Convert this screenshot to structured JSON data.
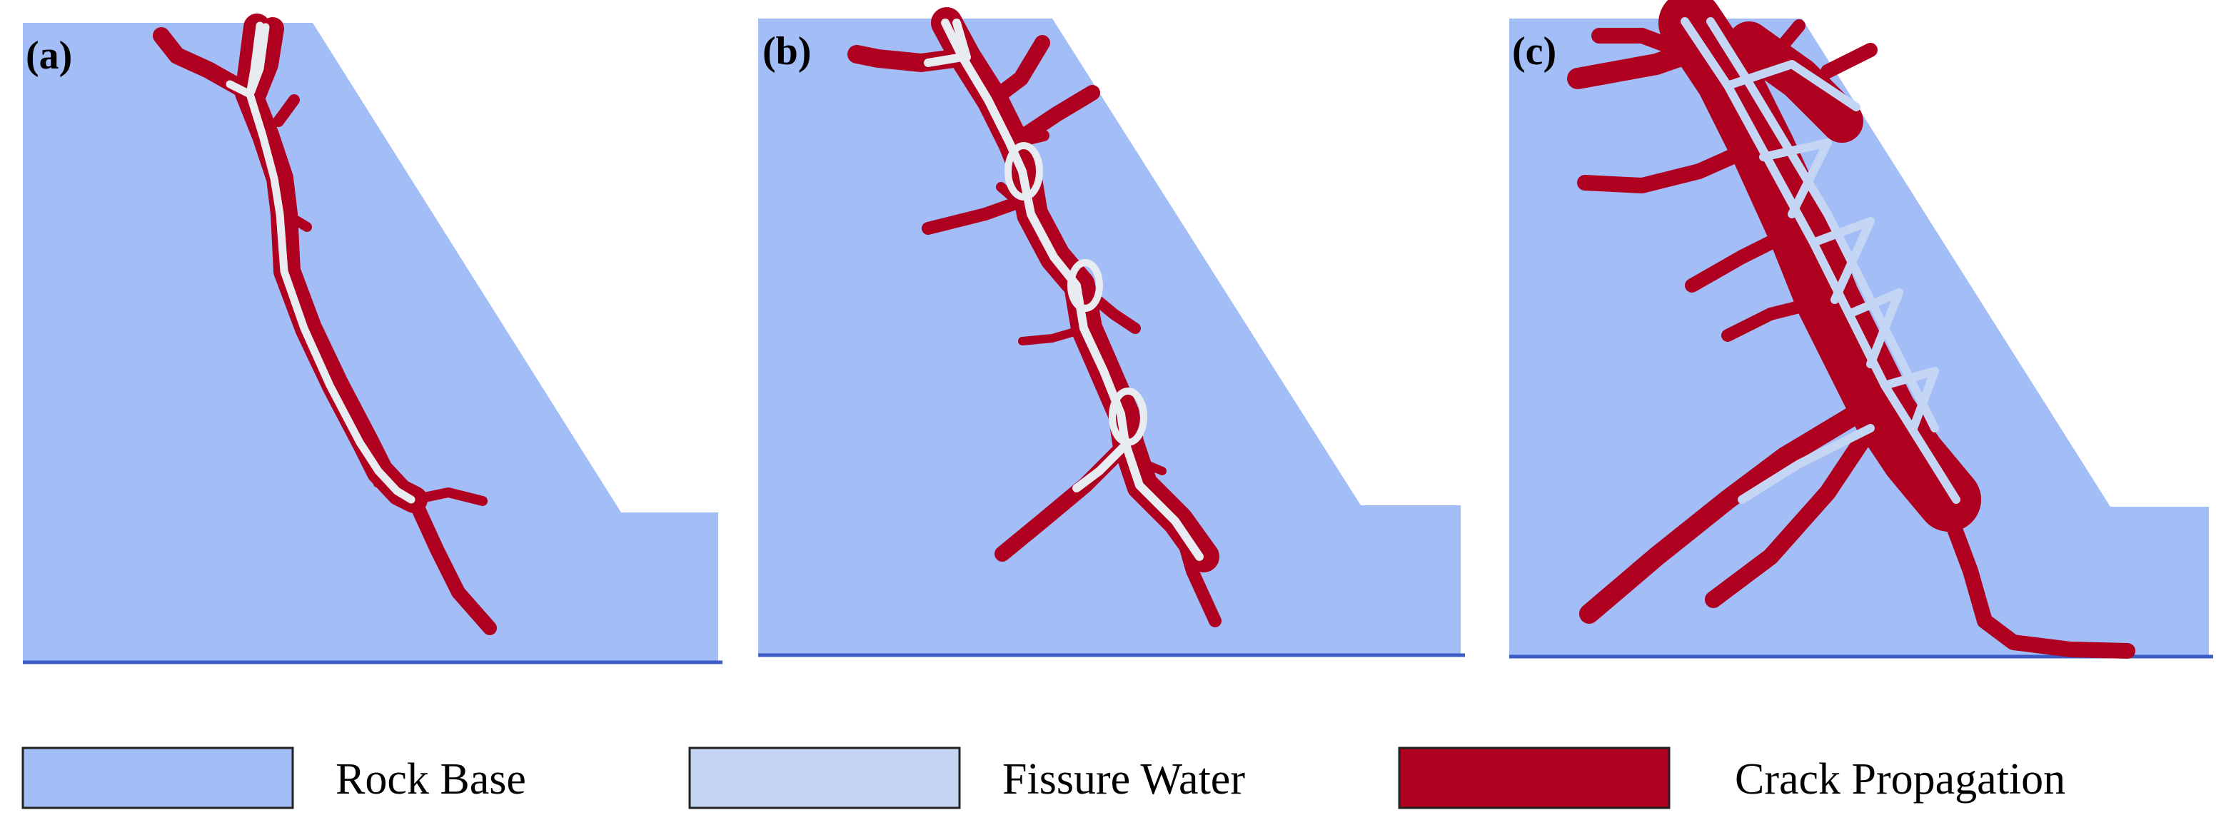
{
  "panels": [
    {
      "label": "(a)"
    },
    {
      "label": "(b)"
    },
    {
      "label": "(c)"
    }
  ],
  "legend": [
    {
      "label": "Rock Base",
      "color": "#a3bef7"
    },
    {
      "label": "Fissure Water",
      "color": "#c5d6f5"
    },
    {
      "label": "Crack Propagation",
      "color": "#b00020"
    }
  ],
  "colors": {
    "rock_base": "#a3bef7",
    "fissure_water": "#e8ecf0",
    "crack": "#b00020",
    "base_line": "#3c5cc8",
    "swatch_border": "#222222"
  }
}
